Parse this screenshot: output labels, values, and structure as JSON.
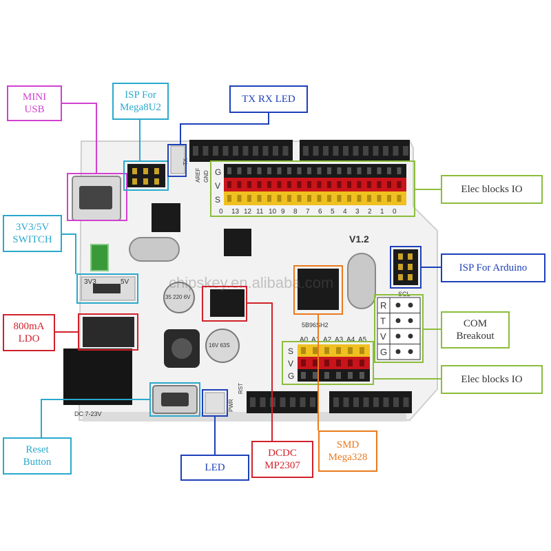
{
  "board": {
    "version_label": "V1.2",
    "watermark": "chipskey.en.alibaba.com",
    "pin_row_labels": [
      "G",
      "V",
      "S"
    ],
    "digital_pin_numbers": [
      "0",
      "13",
      "12",
      "11",
      "10",
      "9",
      "8",
      "7",
      "6",
      "5",
      "4",
      "3",
      "2",
      "1",
      "0"
    ],
    "analog_pin_labels": [
      "A0",
      "A1",
      "A2",
      "A3",
      "A4",
      "A5"
    ],
    "com_labels": [
      "R",
      "T",
      "V",
      "G"
    ],
    "scl_label": "SCL",
    "aref_label": "AREF",
    "gnd_label": "GND",
    "rst_label": "RST",
    "tx_label": "TX",
    "pwr_label": "PWR",
    "sw_labels": [
      "3V3",
      "5V"
    ],
    "dc_label": "DC 7-23V",
    "chip_marking": "5B96SH2",
    "cap_labels": [
      "35 220 6V",
      "16V 63S"
    ]
  },
  "callouts": {
    "mini_usb": "MINI\nUSB",
    "isp_8u2": "ISP For\nMega8U2",
    "tx_rx_led": "TX RX LED",
    "elec_io_top": "Elec blocks IO",
    "switch_3v3_5v": "3V3/5V\nSWITCH",
    "isp_arduino": "ISP For Arduino",
    "com_breakout": "COM\nBreakout",
    "ldo": "800mA\nLDO",
    "elec_io_bottom": "Elec blocks IO",
    "reset_button": "Reset\nButton",
    "led": "LED",
    "dcdc": "DCDC\nMP2307",
    "smd_mega": "SMD\nMega328"
  },
  "colors": {
    "magenta": "#d23fd0",
    "cyan": "#29a8cc",
    "blue": "#1d3fb8",
    "green": "#8bbd3a",
    "red": "#d0202a",
    "orange": "#ea7a1e",
    "board": "#f2f2f2",
    "header_black": "#1a1a1a",
    "pin_red": "#c8141a",
    "pin_yellow": "#f0c020"
  }
}
